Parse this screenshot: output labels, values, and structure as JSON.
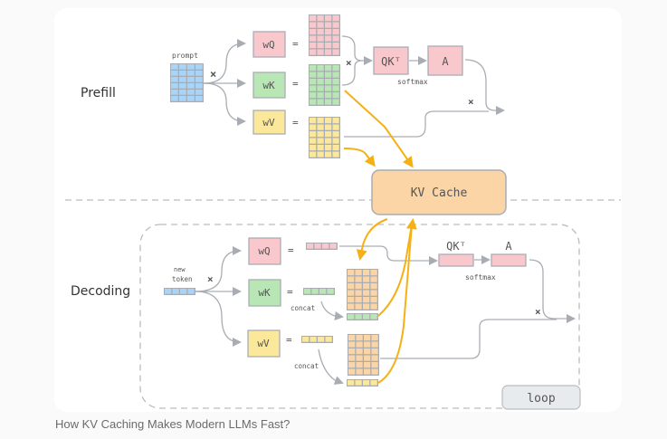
{
  "caption": "How KV Caching Makes Modern LLMs Fast?",
  "colors": {
    "query": "#f8c8cc",
    "key": "#b8e6b4",
    "value": "#fbe89a",
    "input": "#a8d4f8",
    "cache": "#fbd5a5",
    "cache_arrow": "#f5b016",
    "line": "#a9adb3",
    "loop_bg": "#e8ebee"
  },
  "prefill": {
    "section_label": "Prefill",
    "input_label": "prompt",
    "multiply": "×",
    "weights": [
      "wQ",
      "wK",
      "wV"
    ],
    "equals": "=",
    "qk_label": "QKᵀ",
    "attn_label": "A",
    "softmax_label": "softmax",
    "multiply2": "×",
    "multiply3": "×"
  },
  "cache": {
    "label": "KV Cache"
  },
  "decoding": {
    "section_label": "Decoding",
    "input_label_line1": "new",
    "input_label_line2": "token",
    "multiply": "×",
    "weights": [
      "wQ",
      "wK",
      "wV"
    ],
    "equals": "=",
    "concat_label_k": "concat",
    "concat_label_v": "concat",
    "qk_label": "QKᵀ",
    "attn_label": "A",
    "softmax_label": "softmax",
    "multiply2": "×",
    "loop_label": "loop"
  }
}
